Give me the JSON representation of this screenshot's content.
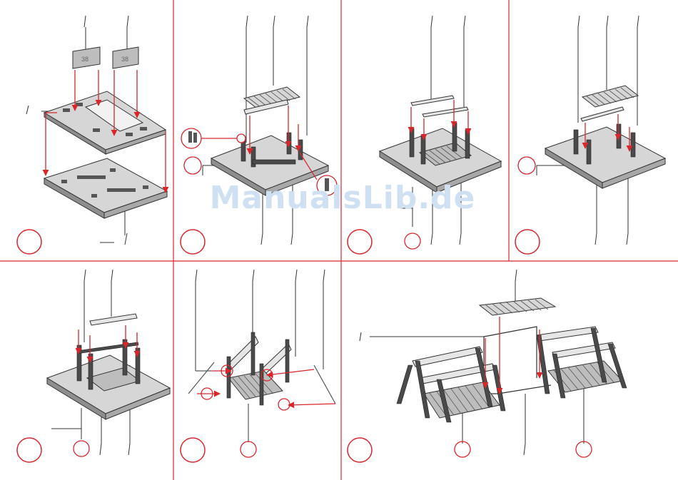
{
  "colors": {
    "accent": "#d9262b",
    "line": "#333333",
    "plate_top": "#c9c9c9",
    "plate_side": "#8e8e8e",
    "wood": "#9a9a9a",
    "watermark": "#cfe0f2"
  },
  "watermark": "ManualsLib.de",
  "panels": [
    {
      "id": "p1",
      "labels": [
        "38",
        "38"
      ],
      "icon": "base-plate-assembly"
    },
    {
      "id": "p2",
      "icon": "bridge-deck-on-base"
    },
    {
      "id": "p3",
      "icon": "railing-insertion"
    },
    {
      "id": "p4",
      "icon": "deck-placement"
    },
    {
      "id": "p5",
      "icon": "top-rail-placement"
    },
    {
      "id": "p6",
      "icon": "ramp-attachment"
    },
    {
      "id": "p7",
      "icon": "two-bridge-connection"
    }
  ]
}
